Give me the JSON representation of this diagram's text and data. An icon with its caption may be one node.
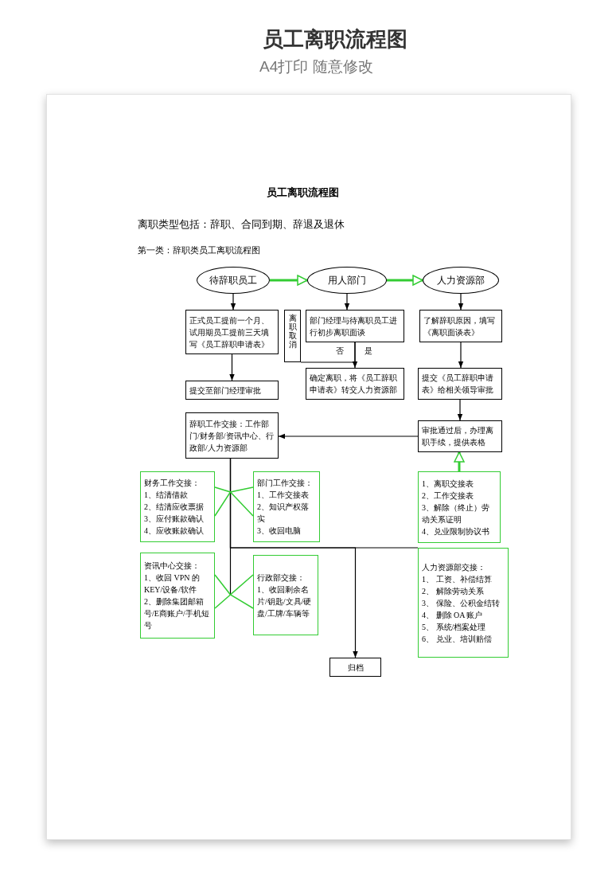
{
  "diagram": {
    "title": "员工离职流程图",
    "nodes": [
      {
        "text": [
          "待辞职员工"
        ]
      },
      {
        "text": [
          "用人部门"
        ]
      },
      {
        "text": [
          "人力资源部"
        ]
      },
      {
        "text": [
          "正式员工提前一个月、试用期员工提前三天填写《员工辞职申请表》"
        ]
      },
      {
        "text": [
          "离职取消"
        ]
      },
      {
        "text": [
          "部门经理与待离职员工进行初步离职面谈"
        ]
      },
      {
        "text": [
          "了解辞职原因，填写《离职面谈表》"
        ]
      },
      {
        "text": [
          "提交至部门经理审批"
        ]
      },
      {
        "text": [
          "确定离职，将《员工辞职申请表》转交人力资源部"
        ]
      },
      {
        "text": [
          "提交《员工辞职申请表》给相关领导审批"
        ]
      },
      {
        "text": [
          "辞职工作交接：工作部门/财务部/资讯中心、行政部/人力资源部"
        ]
      },
      {
        "text": [
          "审批通过后，办理离职手续，提供表格"
        ]
      },
      {
        "text": [
          "财务工作交接：",
          "1、结清借款",
          "2、结清应收票据",
          "3、应付账款确认",
          "4、应收账款确认"
        ]
      },
      {
        "text": [
          "部门工作交接：",
          "1、工作交接表",
          "2、知识产权落实",
          "3、收回电脑"
        ]
      },
      {
        "text": [
          "1、离职交接表",
          "2、工作交接表",
          "3、解除（终止）劳动关系证明",
          "4、兑业限制协议书"
        ]
      },
      {
        "text": [
          "资讯中心交接：",
          "1、收回 VPN 的 KEY/设备/软件",
          "2、删除集团邮箱号/E商账户/手机短号"
        ]
      },
      {
        "text": [
          "行政部交接：",
          "1、收回剩余名片/钥匙/文具/硬盘/工牌/车辆等"
        ]
      },
      {
        "text": [
          "人力资源部交接：",
          "1、 工资、补偿结算",
          "2、 解除劳动关系",
          "3、 保险、公积金结转",
          "4、 删除 OA 账户",
          "5、 系统/档案处理",
          "6、 兑业、培训赔偿"
        ]
      },
      {
        "text": [
          "归档"
        ]
      }
    ],
    "edges": [
      {
        "from": 0,
        "to": 1,
        "arrow": "to",
        "style": "thick",
        "color": "#33cc33"
      },
      {
        "from": 1,
        "to": 2,
        "arrow": "to",
        "style": "thick",
        "color": "#33cc33"
      },
      {
        "from": 0,
        "to": 3,
        "arrow": "to"
      },
      {
        "from": 1,
        "to": 5,
        "arrow": "to"
      },
      {
        "from": 2,
        "to": 6,
        "arrow": "to"
      },
      {
        "from": 3,
        "to": 7,
        "arrow": "to"
      },
      {
        "from": 5,
        "to": 4,
        "arrow": "none",
        "label": "否"
      },
      {
        "from": 5,
        "to": 8,
        "arrow": "to",
        "label": "是"
      },
      {
        "from": 6,
        "to": 9,
        "arrow": "to"
      },
      {
        "from": 9,
        "to": 11,
        "arrow": "to"
      },
      {
        "from": 11,
        "to": 10,
        "arrow": "to"
      },
      {
        "from": 14,
        "to": 11,
        "arrow": "to",
        "style": "thick",
        "color": "#33cc33"
      },
      {
        "from": 10,
        "to": 18,
        "arrow": "to"
      },
      {
        "from": 10,
        "to": 17,
        "arrow": "none"
      },
      {
        "from": 10,
        "to": 15,
        "arrow": "none"
      }
    ],
    "labels": [
      "员工离职流程图",
      "A4打印 随意修改",
      "离职类型包括：辞职、合同到期、辞退及退休",
      "第一类：辞职类员工离职流程图"
    ]
  }
}
